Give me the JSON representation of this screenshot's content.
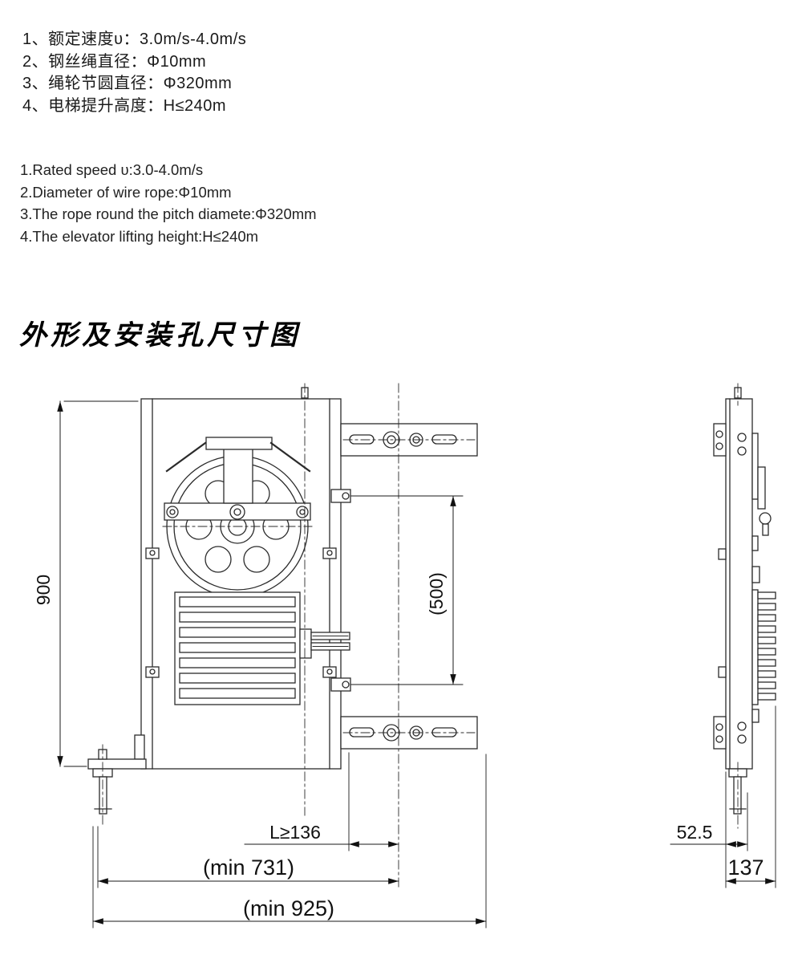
{
  "specs_cn": [
    "1、额定速度υ：3.0m/s-4.0m/s",
    "2、钢丝绳直径：Φ10mm",
    "3、绳轮节圆直径：Φ320mm",
    "4、电梯提升高度：H≤240m"
  ],
  "specs_en": [
    "1.Rated speed υ:3.0-4.0m/s",
    "2.Diameter of wire rope:Φ10mm",
    "3.The rope round the pitch diamete:Φ320mm",
    "4.The elevator lifting height:H≤240m"
  ],
  "drawing_title": "外形及安装孔尺寸图",
  "dimensions": {
    "overall_height": "900",
    "bracket_spacing": "(500)",
    "min_bracket_length": "L≥136",
    "min_width_inner": "(min 731)",
    "min_width_overall": "(min 925)",
    "side_rope_offset": "52.5",
    "side_overall_depth": "137"
  },
  "colors": {
    "ink": "#2b2b2b",
    "text": "#1a1a1a",
    "background": "#ffffff"
  }
}
